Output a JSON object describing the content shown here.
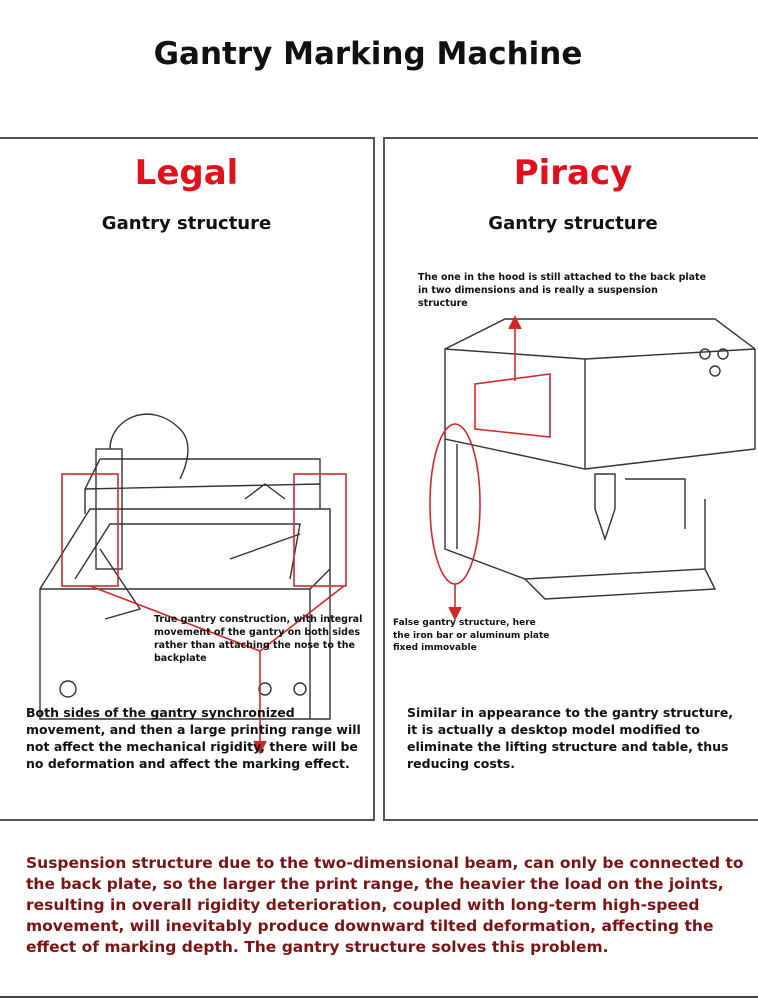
{
  "title": "Gantry Marking Machine",
  "left": {
    "heading": "Legal",
    "subheading": "Gantry structure",
    "note": "True gantry construction, with integral movement of the gantry on both sides rather than attaching the nose to the backplate",
    "description": "Both sides of the gantry synchronized movement, and then a large printing range will not affect the mechanical rigidity, there will be no deformation and affect the marking effect."
  },
  "right": {
    "heading": "Piracy",
    "subheading": "Gantry structure",
    "note_top": "The one in the hood is still attached to the back plate in two dimensions and is really a suspension structure",
    "note_bottom": "False gantry structure, here the iron bar or aluminum plate fixed immovable",
    "description": "Similar in appearance to the gantry structure, it is actually a desktop model modified to eliminate the lifting structure and table, thus reducing costs."
  },
  "conclusion": "Suspension structure due to the two-dimensional beam, can only be connected to the back plate, so the larger the print range, the heavier the load on the joints, resulting in overall rigidity deterioration, coupled with long-term high-speed movement, will inevitably produce downward tilted deformation, affecting the effect of marking depth. The gantry structure solves this problem.",
  "colors": {
    "accent_red": "#e0111b",
    "conclusion_text": "#7a1414"
  }
}
